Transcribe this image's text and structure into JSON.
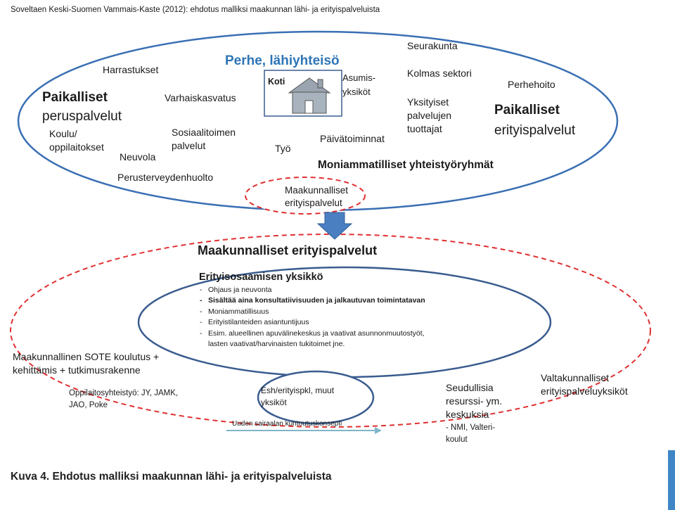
{
  "header": {
    "source_note": "Soveltaen Keski-Suomen Vammais-Kaste (2012): ehdotus malliksi maakunnan lähi- ja erityispalveluista"
  },
  "upper": {
    "center_title": "Perhe, lähiyhteisö",
    "home": "Koti",
    "asumis": "Asumis-",
    "yksikot": "yksiköt",
    "harrastukset": "Harrastukset",
    "paikalliset_left": "Paikalliset",
    "peruspalvelut": "peruspalvelut",
    "varhaiskasvatus": "Varhaiskasvatus",
    "koulu": "Koulu/",
    "oppilaitokset": "oppilaitokset",
    "neuvola": "Neuvola",
    "sosiaali1": "Sosiaalitoimen",
    "sosiaali2": "palvelut",
    "tyo": "Työ",
    "perusterveydenhuolto": "Perusterveydenhuolto",
    "paivatoiminnat": "Päivätoiminnat",
    "seurakunta": "Seurakunta",
    "kolmas_sektori": "Kolmas sektori",
    "yksityiset1": "Yksityiset",
    "yksityiset2": "palvelujen",
    "yksityiset3": "tuottajat",
    "perhehoito": "Perhehoito",
    "paikalliset_right": "Paikalliset",
    "erityispalvelut": "erityispalvelut",
    "moniammatilliset": "Moniammatilliset  yhteistyöryhmät",
    "maakunnalliset1": "Maakunnalliset",
    "maakunnalliset2": "erityispalvelut"
  },
  "lower": {
    "title": "Maakunnalliset erityispalvelut",
    "unit_title": "Erityisosaamisen  yksikkö",
    "unit_items": [
      "Ohjaus ja neuvonta",
      "Sisältää aina konsultatiivisuuden ja jalkautuvan toimintatavan",
      "Moniammatillisuus",
      "Erityistilanteiden asiantuntijuus",
      "Esim. alueellinen apuvälinekeskus ja vaativat asunnonmuutostyöt,"
    ],
    "unit_item_cont": "lasten vaativat/harvinaisten tukitoimet jne.",
    "dash": "-",
    "sote1": "Maakunnallinen SOTE koulutus +",
    "sote2": "kehittämis + tutkimusrakenne",
    "oppilaitos1": "Oppilaitosyhteistyö: JY, JAMK,",
    "oppilaitos2": "JAO, Poke",
    "esh1": "Esh/erityispkl, muut",
    "esh2": "yksiköt",
    "seudulliset1": "Seudullisia",
    "seudulliset2": "resurssi- ym.",
    "seudulliset3": "keskuksia",
    "seudulliset4": "- NMI, Valteri-",
    "seudulliset5": "koulut",
    "valtakunnalliset1": "Valtakunnalliset",
    "valtakunnalliset2": "erityispalveluyksiköt",
    "arrow_label": "Uuden sairaalan kuntoutuskonsepti"
  },
  "caption": "Kuva 4. Ehdotus malliksi maakunnan lähi- ja erityispalveluista",
  "colors": {
    "ellipse_blue": "#3a6fb4",
    "dashed_red": "#e03030",
    "arrow_fill": "#4a7fc1",
    "title_blue": "#2e75b6",
    "arrow_teal": "#7fb5c8"
  }
}
